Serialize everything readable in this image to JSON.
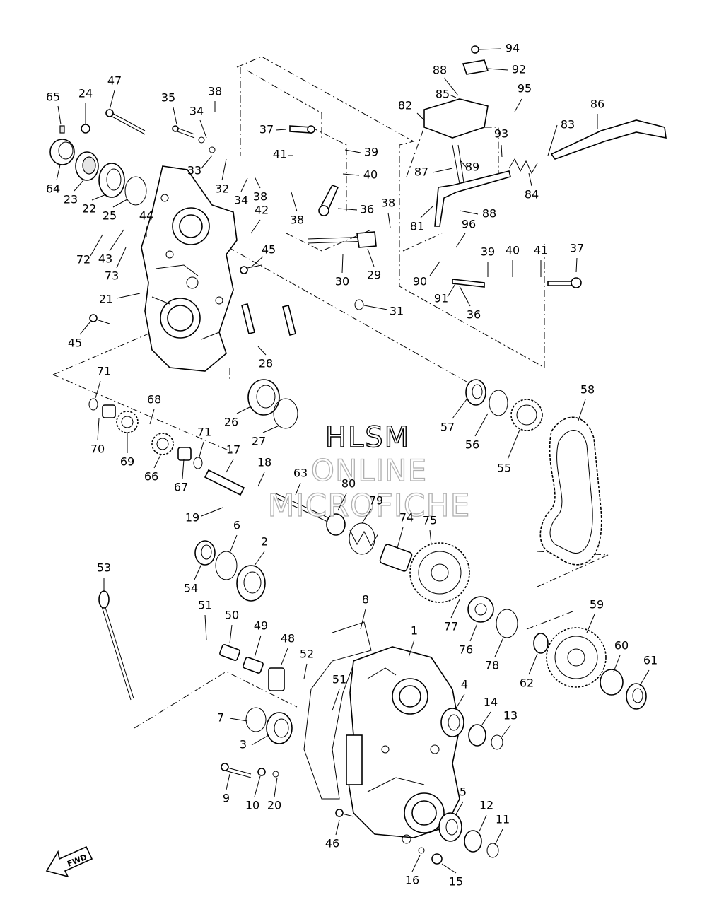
{
  "watermark": {
    "line1": "HLSM",
    "line2": "ONLINE",
    "line3": "MICROFICHE"
  },
  "direction_arrow": {
    "label": "FWD",
    "icon": "fwd-arrow-icon"
  },
  "callouts": [
    "1",
    "2",
    "3",
    "4",
    "5",
    "6",
    "7",
    "8",
    "9",
    "10",
    "11",
    "12",
    "13",
    "14",
    "15",
    "16",
    "17",
    "18",
    "19",
    "20",
    "21",
    "22",
    "23",
    "24",
    "25",
    "26",
    "27",
    "28",
    "29",
    "30",
    "31",
    "32",
    "33",
    "34",
    "34",
    "35",
    "36",
    "36",
    "37",
    "37",
    "38",
    "38",
    "38",
    "38",
    "39",
    "39",
    "40",
    "40",
    "41",
    "41",
    "42",
    "43",
    "44",
    "45",
    "45",
    "46",
    "47",
    "48",
    "49",
    "50",
    "51",
    "51",
    "52",
    "53",
    "54",
    "55",
    "56",
    "57",
    "58",
    "59",
    "60",
    "61",
    "62",
    "63",
    "64",
    "65",
    "66",
    "67",
    "68",
    "69",
    "70",
    "71",
    "71",
    "72",
    "73",
    "74",
    "75",
    "76",
    "77",
    "78",
    "79",
    "80",
    "81",
    "82",
    "83",
    "84",
    "85",
    "86",
    "87",
    "88",
    "88",
    "89",
    "90",
    "91",
    "92",
    "93",
    "94",
    "95",
    "96"
  ]
}
